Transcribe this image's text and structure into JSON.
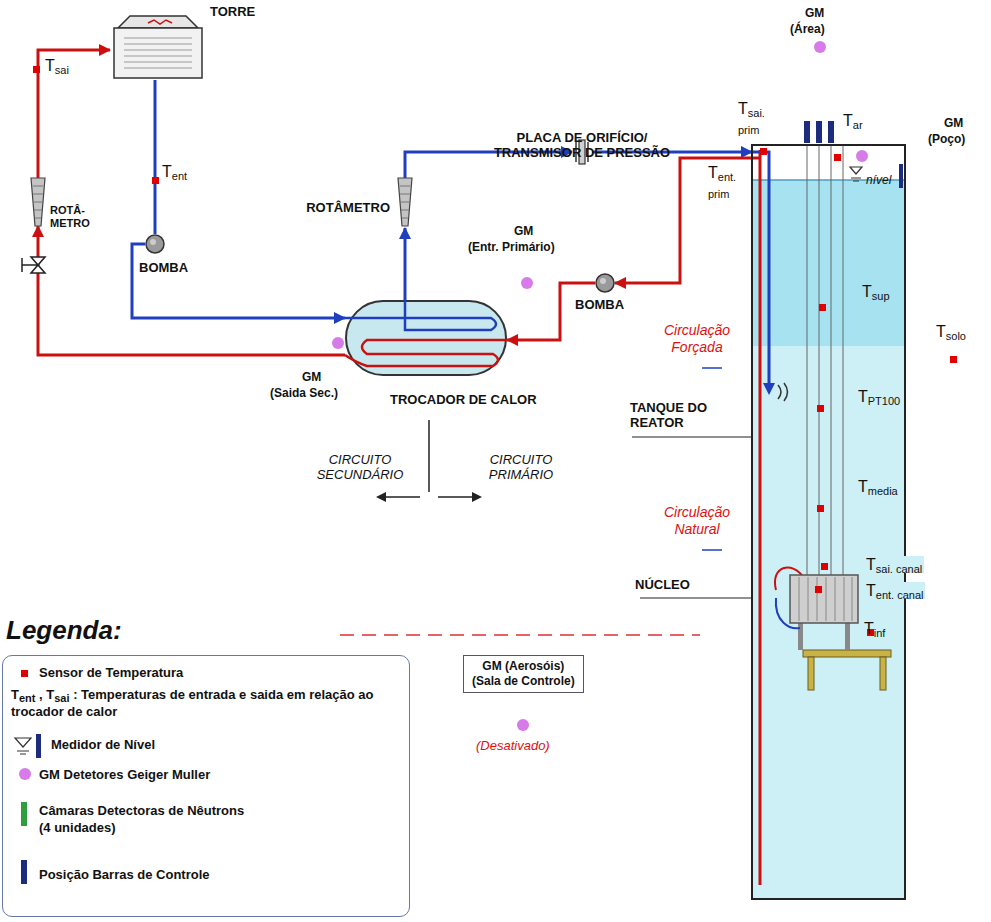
{
  "diagram": {
    "nodes": [
      {
        "text": [
          "TORRE"
        ]
      },
      {
        "text": [
          "BOMBA"
        ]
      },
      {
        "text": [
          "ROTÂ- METRO"
        ]
      },
      {
        "text": [
          "TROCADOR DE CALOR"
        ]
      },
      {
        "text": [
          "ROTÂMETRO"
        ]
      },
      {
        "text": [
          "PLACA DE ORIFÍCIO/ TRANSMISOR DE PRESSÃO"
        ]
      },
      {
        "text": [
          "BOMBA"
        ]
      },
      {
        "text": [
          "TANQUE DO REATOR"
        ]
      },
      {
        "text": [
          "NÚCLEO"
        ],
        "in": 7
      },
      {
        "text": [
          "GM (Aerosóis)",
          "(Sala de Controle)"
        ]
      }
    ],
    "edges": [
      {
        "from": 0,
        "to": 1,
        "arrow": "none"
      },
      {
        "from": 1,
        "to": 3,
        "arrow": "to"
      },
      {
        "from": 3,
        "to": 4,
        "arrow": "to"
      },
      {
        "from": 4,
        "to": 5,
        "arrow": "to"
      },
      {
        "from": 5,
        "to": 7,
        "arrow": "to"
      },
      {
        "from": 7,
        "to": 6,
        "arrow": "to"
      },
      {
        "from": 6,
        "to": 3,
        "arrow": "to"
      },
      {
        "from": 3,
        "to": 2,
        "arrow": "to"
      },
      {
        "from": 2,
        "to": 0,
        "arrow": "to"
      }
    ],
    "labels": [
      "GM",
      "(Área)",
      "GM",
      "(Poço)",
      "GM",
      "(Entr. Primário)",
      "GM",
      "(Saida Sec.)",
      "Tsai",
      "Tent",
      "Tsai. prim",
      "Tent. prim",
      "Tar",
      "nível",
      "Tsup",
      "Tsolo",
      "TPT100",
      "Tmedia",
      "Tsai. canal",
      "Tent. canal",
      "Tinf",
      "Circulação Forçada",
      "Circulação Natural",
      "CIRCUITO SECUNDÁRIO",
      "CIRCUITO PRIMÁRIO",
      "Legenda:",
      "(Desativado)"
    ],
    "legend": [
      {
        "text": "Sensor de Temperatura",
        "color": "#e00000"
      },
      {
        "text": "Tent , Tsai : Temperaturas de entrada e saida em relação ao trocador de calor"
      },
      {
        "text": "Medidor de Nível"
      },
      {
        "text": "GM Detetores Geiger Muller",
        "color": "#d67be8"
      },
      {
        "text": "Câmaras Detectoras de Nêutrons (4 unidades)",
        "color": "#2e9e3e"
      },
      {
        "text": "Posição Barras de Controle",
        "color": "#1c2d80"
      }
    ]
  }
}
